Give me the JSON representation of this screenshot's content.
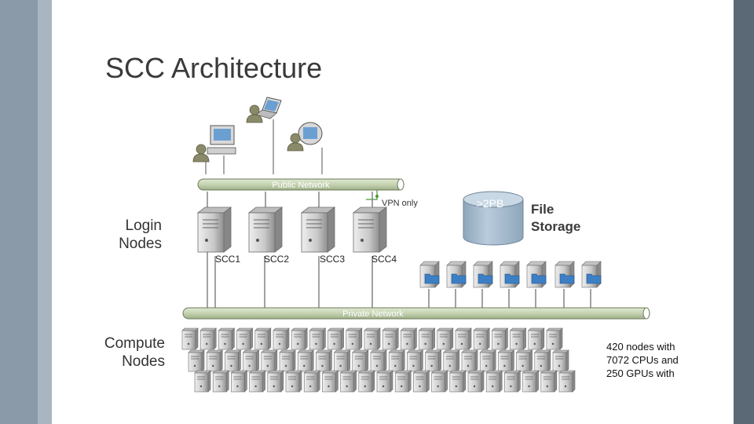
{
  "slide": {
    "title": "SCC Architecture",
    "colors": {
      "stripe_outer": "#8b9aa8",
      "stripe_inner": "#a9b6c1",
      "stripe_right": "#5b6875",
      "network_bar": "#c5d3b1",
      "storage": "#a8bccd"
    }
  },
  "diagram": {
    "public_network_label": "Public Network",
    "private_network_label": "Private Network",
    "vpn_label": "VPN only",
    "storage_capacity": ">2PB",
    "file_storage_label": [
      "File",
      "Storage"
    ],
    "login_nodes_label": [
      "Login",
      "Nodes"
    ],
    "compute_nodes_label": [
      "Compute",
      "Nodes"
    ],
    "login_nodes": [
      "SCC1",
      "SCC2",
      "SCC3",
      "SCC4"
    ],
    "stats_lines": [
      "420 nodes  with",
      "7072 CPUs  and",
      "250 GPUs with"
    ],
    "icons": {
      "users": [
        "desktop-user-icon",
        "laptop-user-icon",
        "monitor-user-icon"
      ],
      "login_server": "server-icon",
      "file_server": "file-server-icon",
      "compute_node": "server-icon",
      "storage": "database-icon"
    }
  }
}
